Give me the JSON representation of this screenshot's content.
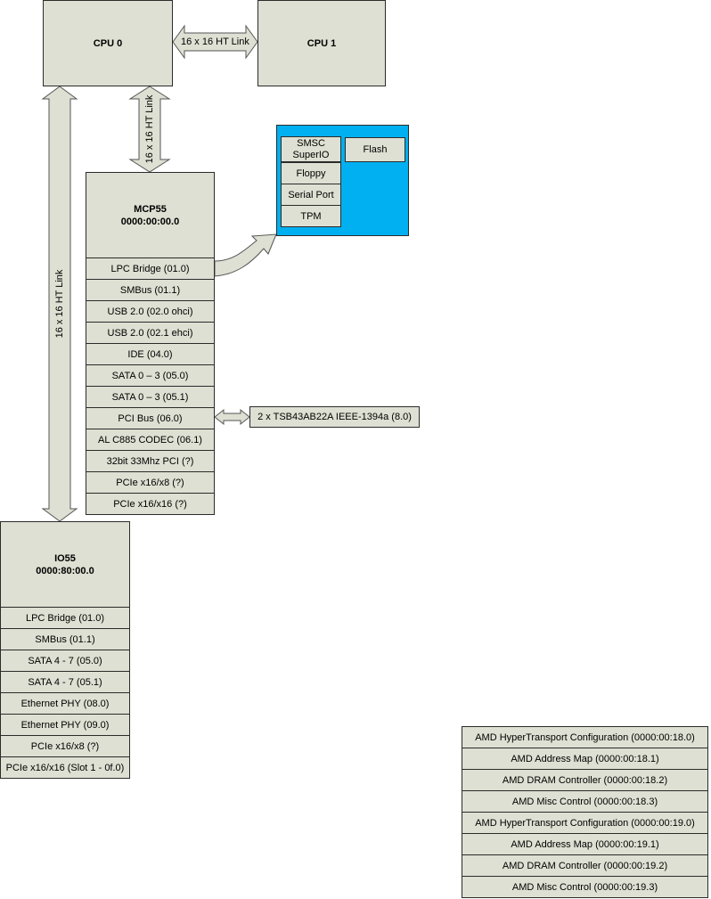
{
  "cpu0": {
    "label": "CPU 0"
  },
  "cpu1": {
    "label": "CPU 1"
  },
  "links": {
    "cpu_cpu": "16 x 16 HT Link",
    "cpu_mcp": "16 x 16 HT Link",
    "cpu_io": "16 x 16 HT Link"
  },
  "mcp55": {
    "name": "MCP55",
    "address": "0000:00:00.0",
    "devices": [
      "LPC Bridge  (01.0)",
      "SMBus (01.1)",
      "USB 2.0 (02.0 ohci)",
      "USB 2.0 (02.1 ehci)",
      "IDE (04.0)",
      "SATA 0 – 3 (05.0)",
      "SATA 0 – 3 (05.1)",
      "PCI Bus (06.0)",
      "AL C885 CODEC (06.1)",
      "32bit 33Mhz PCI (?)",
      "PCIe x16/x8 (?)",
      "PCIe x16/x16 (?)"
    ]
  },
  "lpc": {
    "superio_line1": "SMSC",
    "superio_line2": "SuperIO",
    "items": [
      "Floppy",
      "Serial Port",
      "TPM"
    ],
    "flash": "Flash",
    "color": "#00b0f0"
  },
  "firewire": {
    "label": "2 x TSB43AB22A IEEE-1394a (8.0)"
  },
  "io55": {
    "name": "IO55",
    "address": "0000:80:00.0",
    "devices": [
      "LPC Bridge (01.0)",
      "SMBus (01.1)",
      "SATA 4 - 7 (05.0)",
      "SATA 4 - 7 (05.1)",
      "Ethernet PHY (08.0)",
      "Ethernet PHY (09.0)",
      "PCIe x16/x8 (?)",
      "PCIe x16/x16 (Slot 1 - 0f.0)"
    ]
  },
  "amd": {
    "items": [
      "AMD HyperTransport Configuration (0000:00:18.0)",
      "AMD Address Map (0000:00:18.1)",
      "AMD DRAM Controller (0000:00:18.2)",
      "AMD Misc Control  (0000:00:18.3)",
      "AMD HyperTransport Configuration (0000:00:19.0)",
      "AMD Address Map (0000:00:19.1)",
      "AMD DRAM Controller (0000:00:19.2)",
      "AMD Misc Control  (0000:00:19.3)"
    ]
  }
}
